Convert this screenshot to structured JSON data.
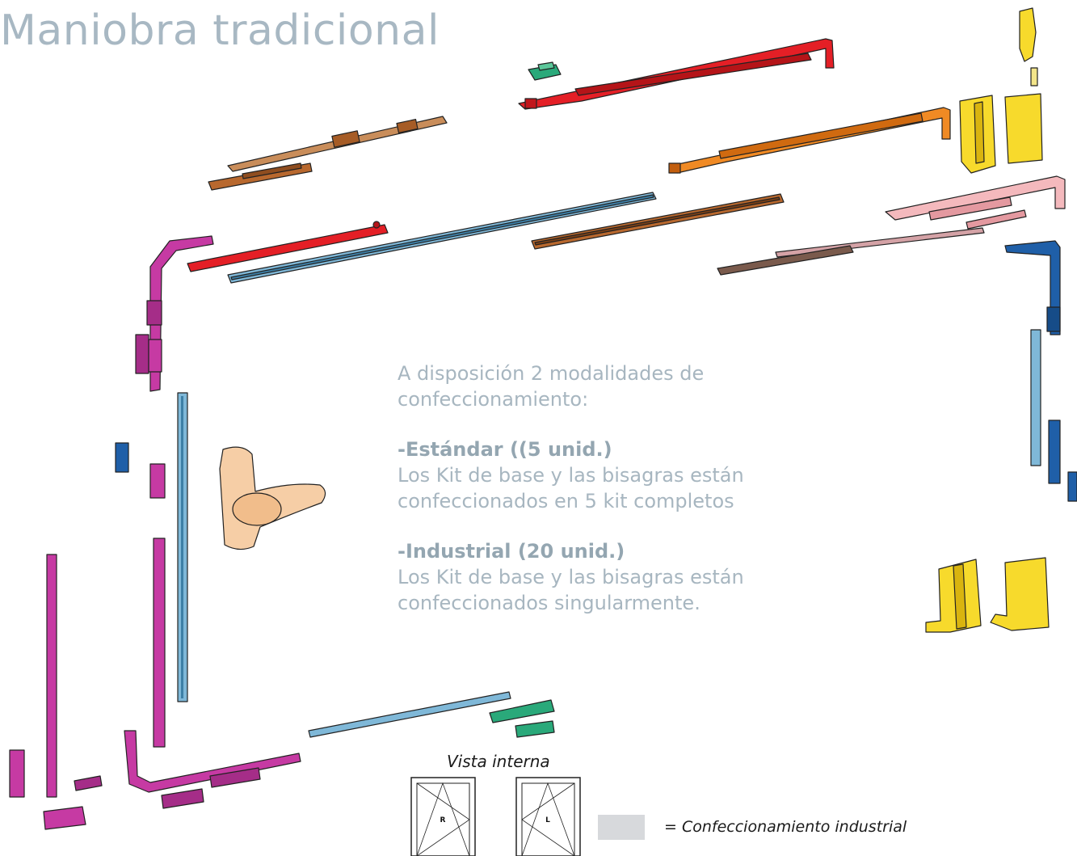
{
  "title": "Maniobra tradicional",
  "intro": "A disposición 2 modalidades de confeccionamiento:",
  "standard": {
    "heading": "-Estándar ((5 unid.)",
    "text": "Los Kit de base y las bisagras están confeccionados en 5 kit completos"
  },
  "industrial": {
    "heading": "-Industrial (20 unid.)",
    "text": "Los Kit de base y las bisagras están confeccionados singularmente."
  },
  "vista_label": "Vista interna",
  "window_right_letter": "R",
  "window_left_letter": "L",
  "legend_label": "= Confeccionamiento industrial",
  "colors": {
    "title": "#a8b8c3",
    "text": "#a7b6c0",
    "red": "#e41f26",
    "orange": "#f08a24",
    "brown": "#c98d5a",
    "bronze": "#b8682e",
    "pink": "#f4b9bd",
    "magenta": "#c63aa3",
    "light_blue": "#7fb8d8",
    "blue": "#1f5fa8",
    "yellow": "#f7da2c",
    "green": "#2aa97a",
    "handle": "#f6cea6",
    "legend_swatch": "#d7d9dc"
  }
}
